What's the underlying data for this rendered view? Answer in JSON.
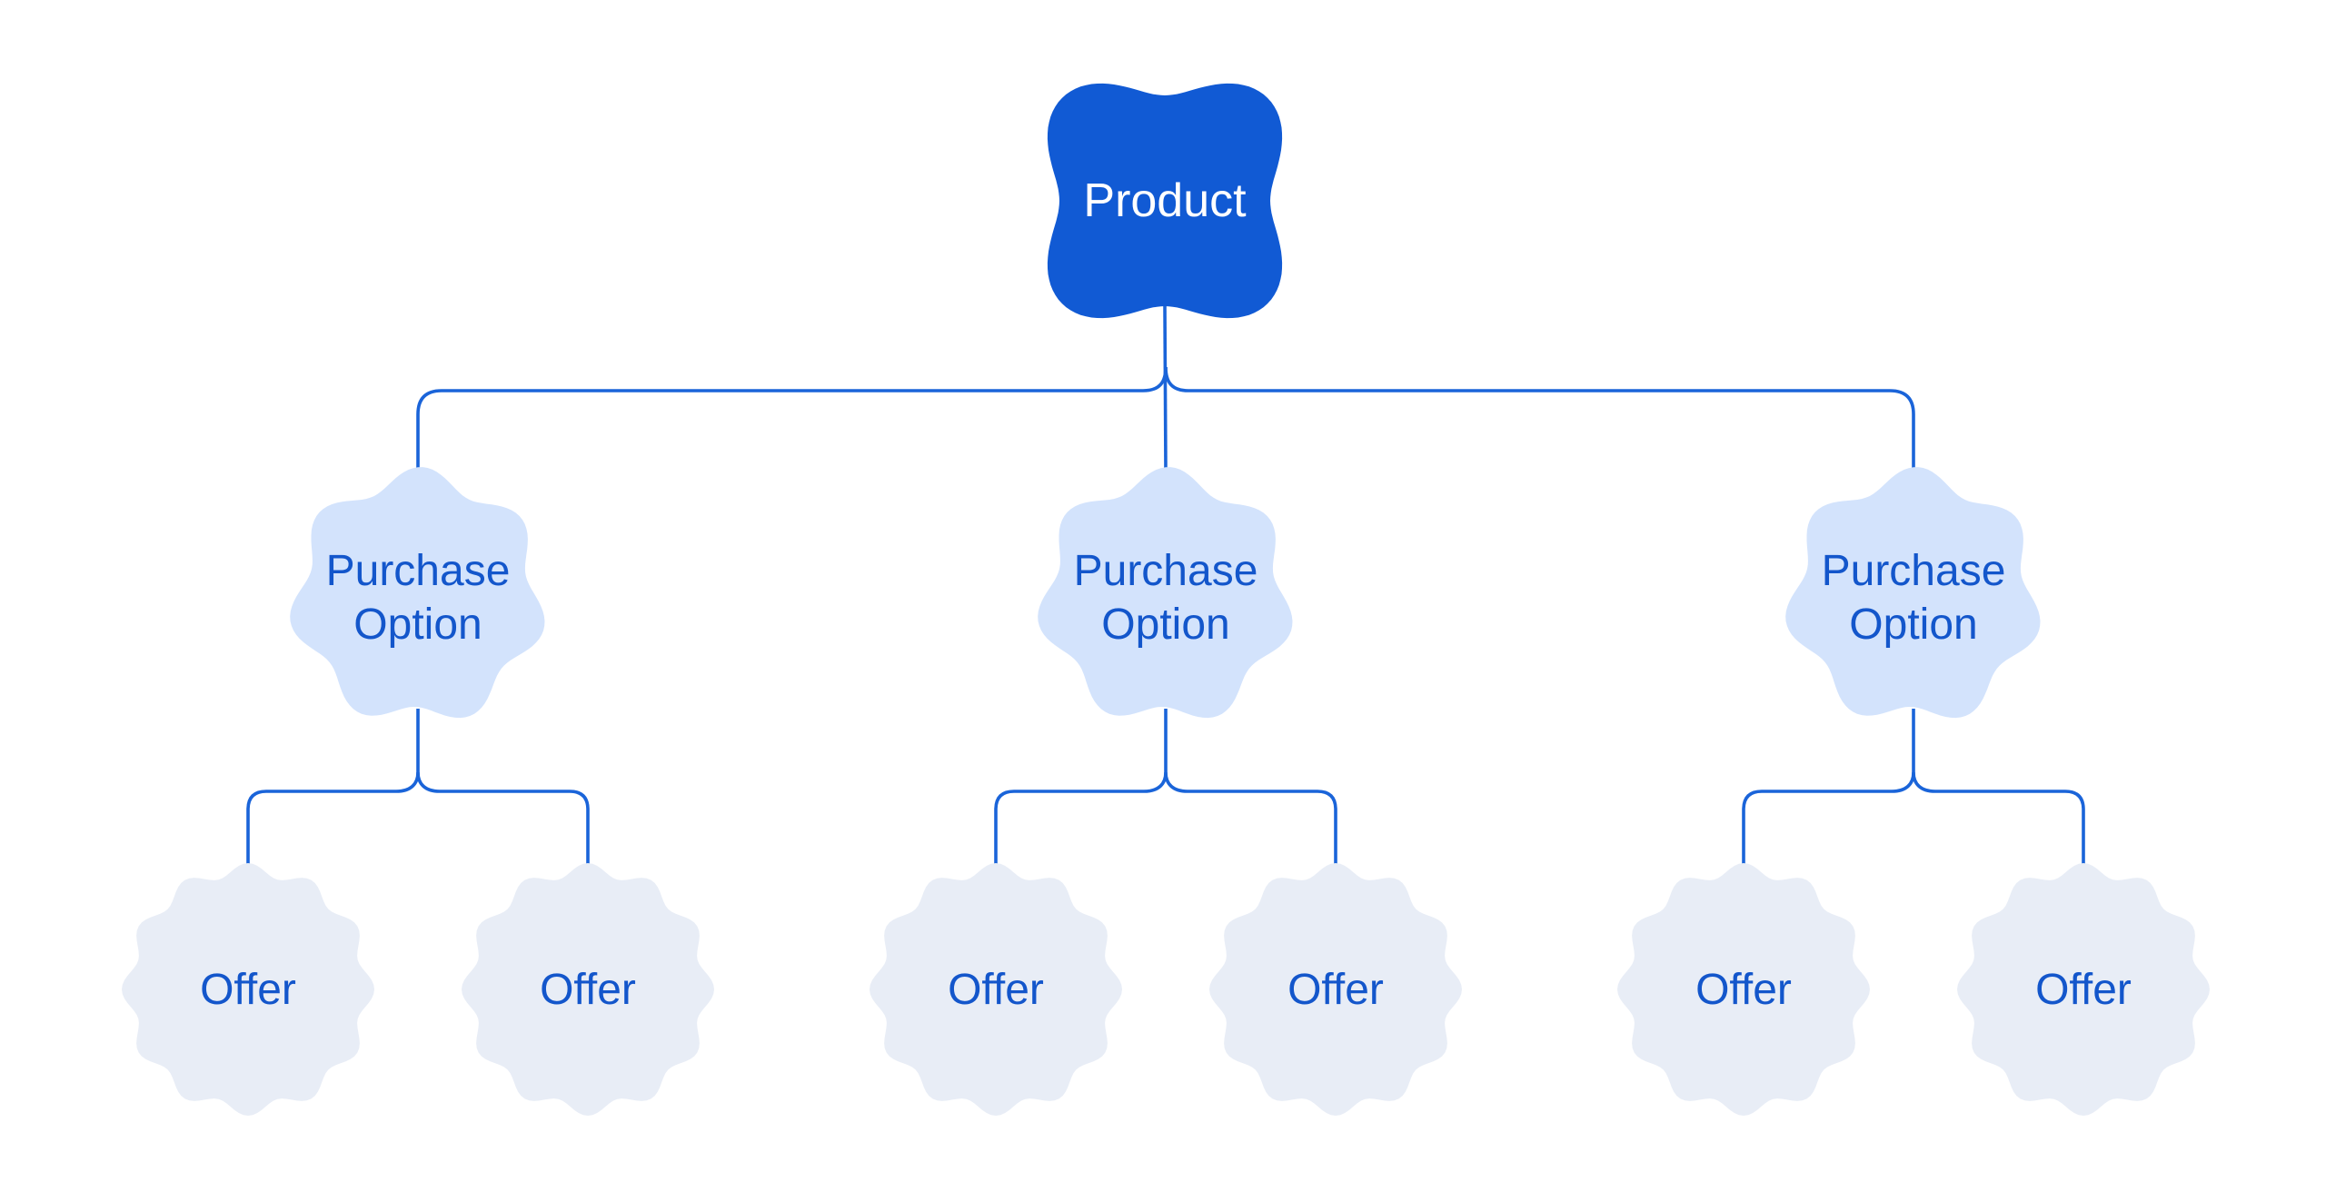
{
  "diagram": {
    "root": {
      "label": "Product"
    },
    "purchase_options": [
      {
        "label": "Purchase Option",
        "offers": [
          {
            "label": "Offer"
          },
          {
            "label": "Offer"
          }
        ]
      },
      {
        "label": "Purchase Option",
        "offers": [
          {
            "label": "Offer"
          },
          {
            "label": "Offer"
          }
        ]
      },
      {
        "label": "Purchase Option",
        "offers": [
          {
            "label": "Offer"
          },
          {
            "label": "Offer"
          }
        ]
      }
    ],
    "colors": {
      "page_background": "#FFFFFF",
      "root_fill": "#115AD4",
      "root_text": "#FFFFFF",
      "option_fill": "#D3E3FC",
      "offer_fill": "#E8EDF6",
      "label_text": "#1356CB",
      "connector": "#1A64D9"
    }
  }
}
